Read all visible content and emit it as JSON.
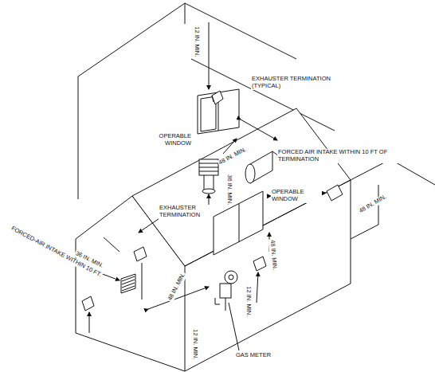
{
  "diagram": {
    "labels": [
      "12 IN. MIN.",
      "EXHAUSTER TERMINATION (TYPICAL)",
      "OPERABLE WINDOW",
      "48 IN. MIN.",
      "FORCED AIR INTAKE WITHIN 10 FT OF TERMINATION",
      "36 IN. MIN.",
      "EXHAUSTER TERMINATION",
      "OPERABLE WINDOW",
      "48 IN. MIN.",
      "FORCED-AIR INTAKE WITHIN 10 FT.",
      "36 IN. MIN.",
      "48 IN. MIN.",
      "48 IN. MIN.",
      "12 IN. MIN.",
      "GAS METER",
      "12 IN. MIN."
    ]
  }
}
